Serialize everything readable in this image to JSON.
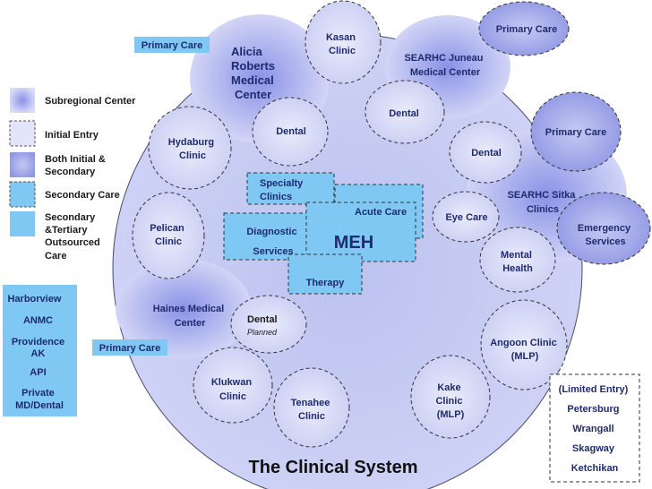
{
  "title": "The Clinical System",
  "colors": {
    "circle_fill": "#cdd1f5",
    "circle_stroke": "#3b3b60",
    "box_blue": "#7ec8f3",
    "label_text": "#1f2b6e",
    "legend_text": "#1a1a1a"
  },
  "nodes": {
    "alicia": [
      "Alicia",
      "Roberts",
      "Medical",
      "Center"
    ],
    "kasan": [
      "Kasan",
      "Clinic"
    ],
    "juneau": [
      "SEARHC Juneau",
      "Medical Center"
    ],
    "primary_top_left": "Primary Care",
    "primary_top_right": "Primary Care",
    "primary_right": "Primary Care",
    "primary_left": "Primary Care",
    "dental_top": "Dental",
    "dental_center": "Dental",
    "dental_right": "Dental",
    "dental_planned": [
      "Dental",
      "Planned"
    ],
    "hydaburg": [
      "Hydaburg",
      "Clinic"
    ],
    "pelican": [
      "Pelican",
      "Clinic"
    ],
    "sitka": [
      "SEARHC Sitka",
      "Clinics"
    ],
    "eye_care": "Eye Care",
    "emergency": [
      "Emergency",
      "Services"
    ],
    "mental_health": [
      "Mental",
      "Health"
    ],
    "haines": [
      "Haines Medical",
      "Center"
    ],
    "angoon": [
      "Angoon Clinic",
      "(MLP)"
    ],
    "klukwan": [
      "Klukwan",
      "Clinic"
    ],
    "tenahee": [
      "Tenahee",
      "Clinic"
    ],
    "kake": [
      "Kake",
      "Clinic",
      "(MLP)"
    ],
    "specialty": [
      "Specialty",
      "Clinics"
    ],
    "acute_care": "Acute Care",
    "diagnostic": [
      "Diagnostic",
      "Services"
    ],
    "meh": "MEH",
    "therapy": "Therapy"
  },
  "legend": {
    "subregional": "Subregional Center",
    "initial": "Initial Entry",
    "both": [
      "Both Initial &",
      "Secondary"
    ],
    "secondary": "Secondary Care",
    "outsourced": [
      "Secondary",
      "&Tertiary",
      "Outsourced",
      "Care"
    ]
  },
  "outsourced_list": [
    "Harborview",
    "ANMC",
    "Providence",
    "AK",
    "API",
    "Private",
    "MD/Dental"
  ],
  "limited_entry": [
    "(Limited Entry)",
    "Petersburg",
    "Wrangall",
    "Skagway",
    "Ketchikan"
  ]
}
